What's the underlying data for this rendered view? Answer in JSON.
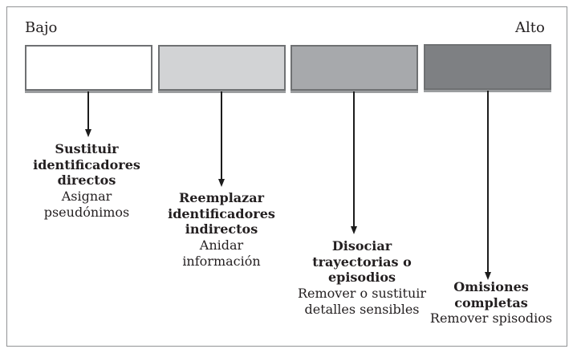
{
  "figure": {
    "axis": {
      "low_label": "Bajo",
      "high_label": "Alto"
    },
    "steps": [
      {
        "box_color": "#ffffff",
        "title": "Sustituir\nidentificadores\ndirectos",
        "subtitle": "Asignar\npseudónimos"
      },
      {
        "box_color": "#d2d3d5",
        "title": "Reemplazar\nidentificadores\nindirectos",
        "subtitle": "Anidar\ninformación"
      },
      {
        "box_color": "#a7a9ac",
        "title": "Disociar\ntrayectorias o\nepisodios",
        "subtitle": "Remover o sustituir\ndetalles sensibles"
      },
      {
        "box_color": "#7e8083",
        "title": "Omisiones\ncompletas",
        "subtitle": "Remover spisodios"
      }
    ],
    "colors": {
      "box_border": "#6f7173",
      "box_bottom_edge": "#9b9d9f",
      "arrow": "#1c1c1c",
      "frame_border": "#919395",
      "text": "#231f20"
    }
  }
}
